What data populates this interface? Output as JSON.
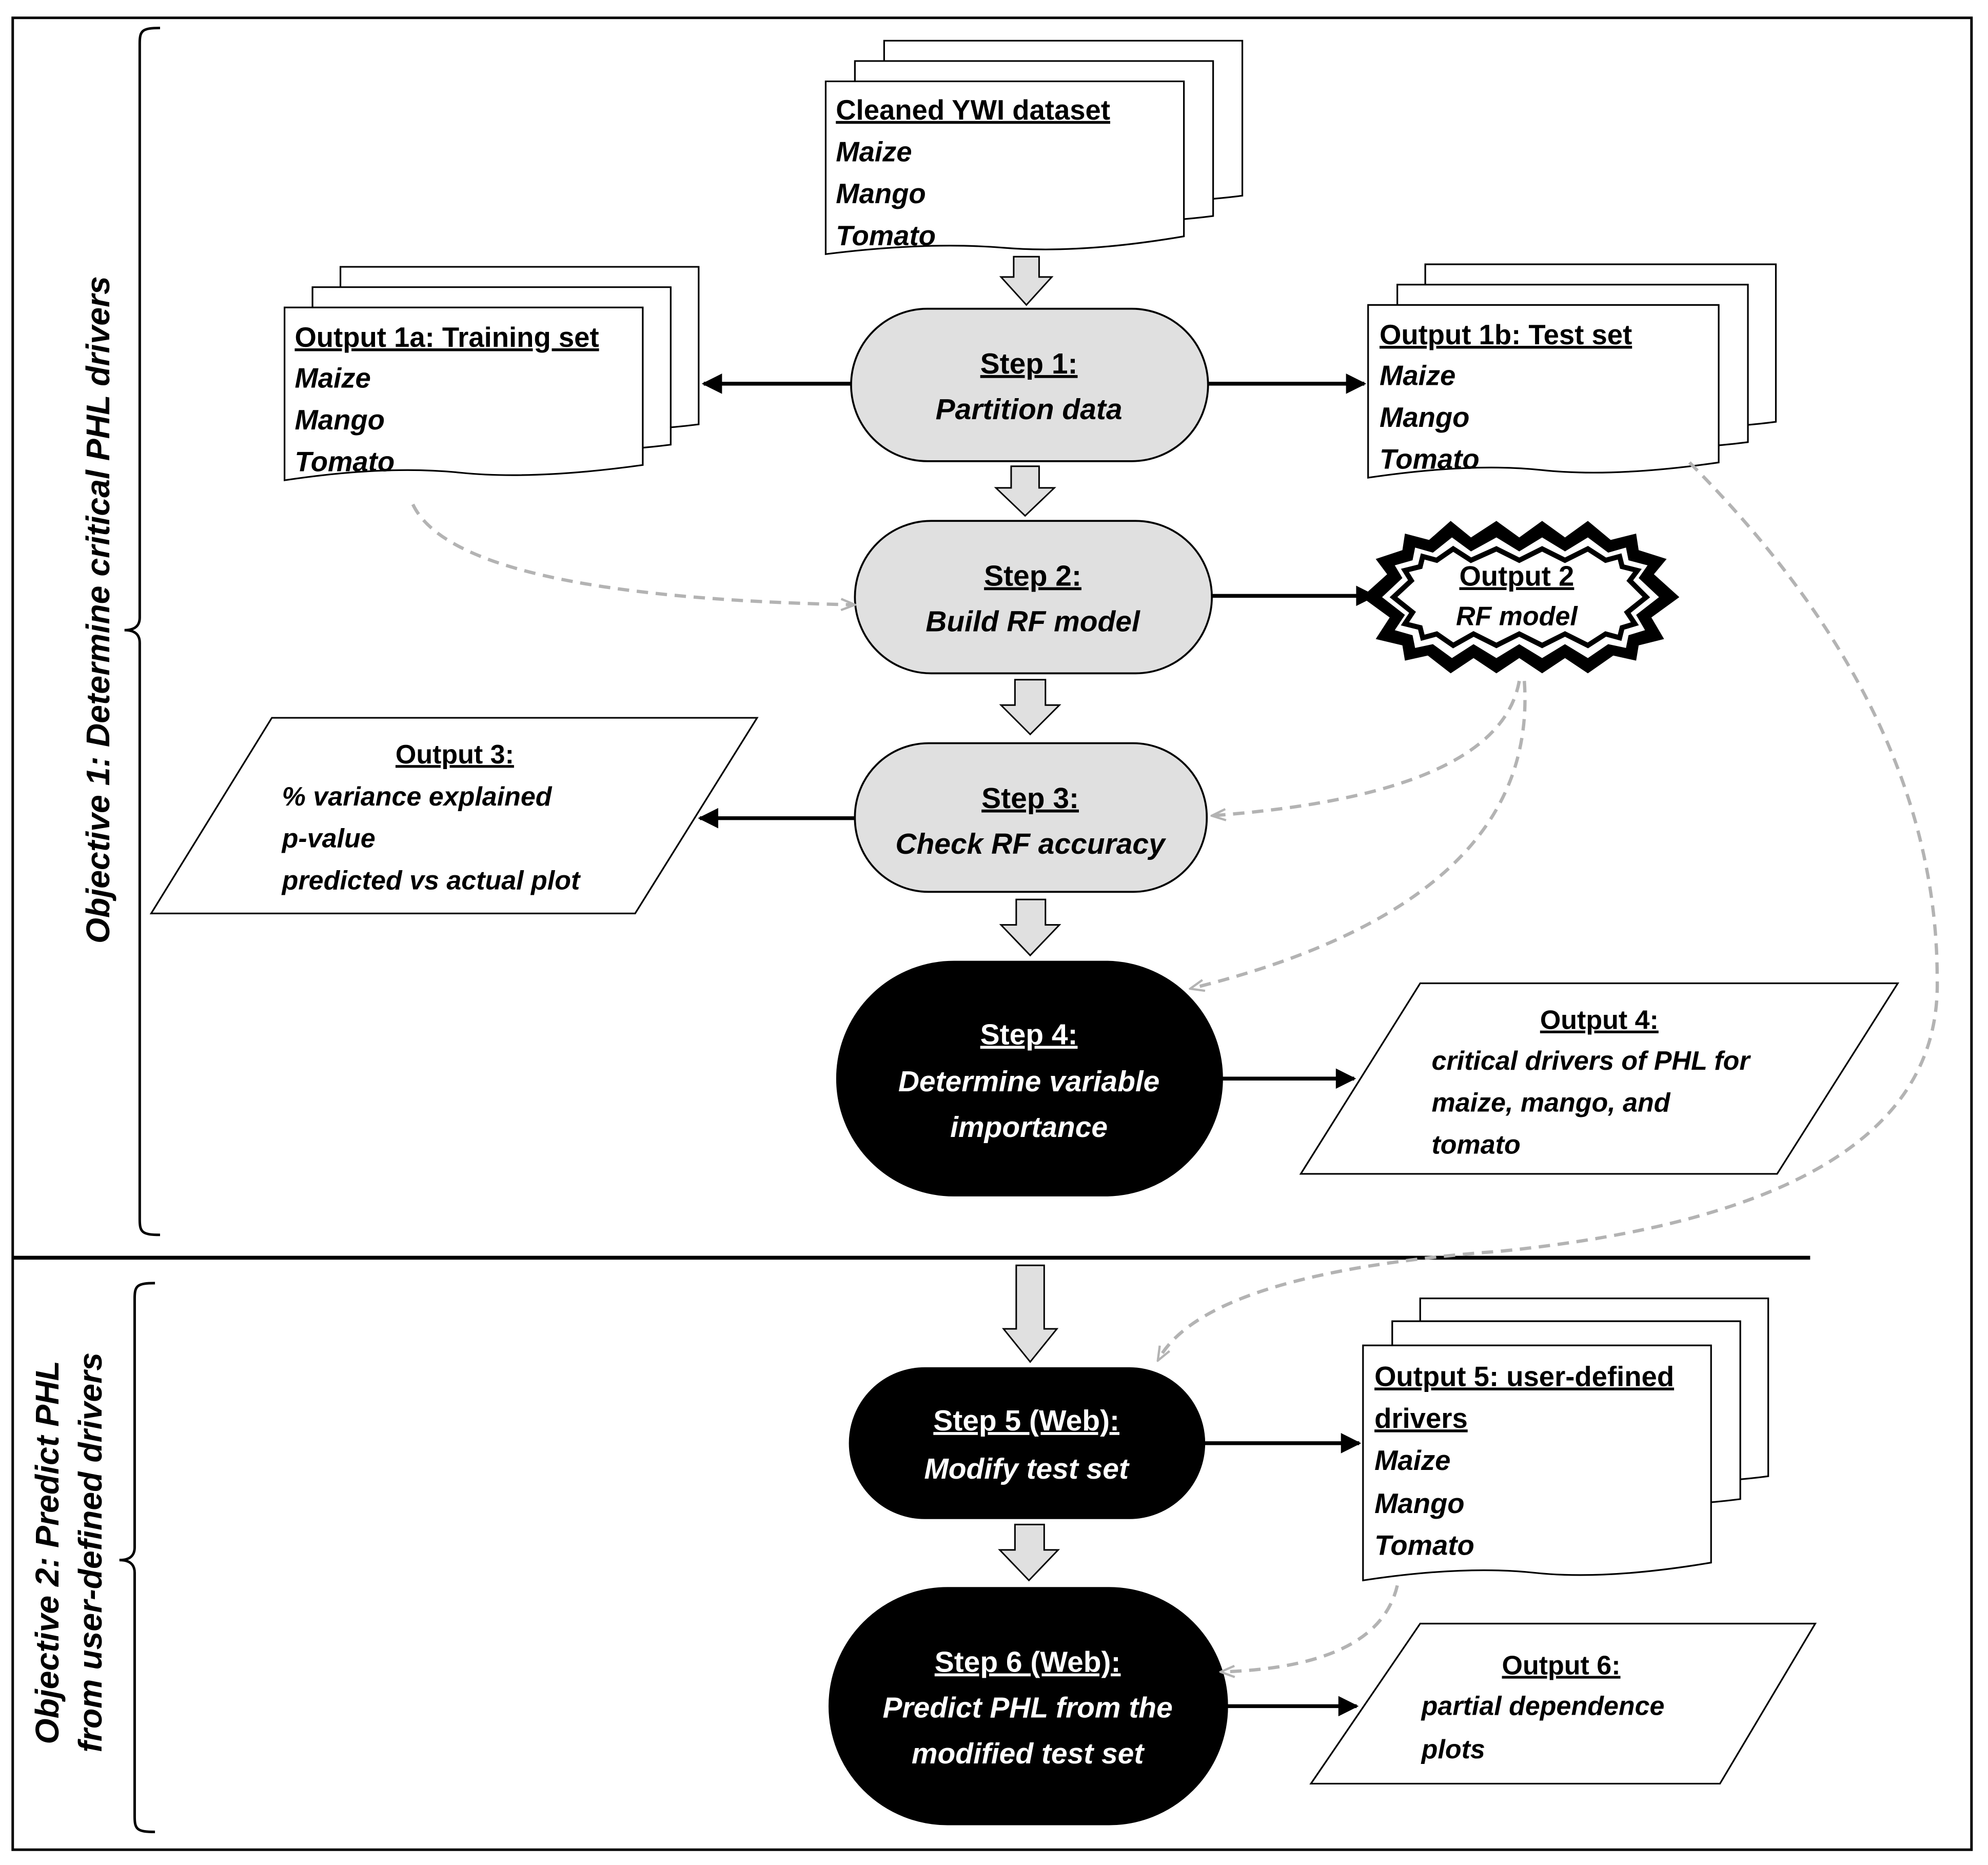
{
  "objectives": {
    "obj1": "Objective 1: Determine critical PHL drivers",
    "obj2_line1": "Objective 2: Predict PHL",
    "obj2_line2": "from user-defined drivers"
  },
  "steps": {
    "s1": {
      "title": "Step 1:",
      "label": "Partition data"
    },
    "s2": {
      "title": "Step 2:",
      "label": "Build RF model"
    },
    "s3": {
      "title": "Step 3:",
      "label": "Check RF accuracy"
    },
    "s4": {
      "title": "Step 4:",
      "label1": "Determine variable",
      "label2": "importance"
    },
    "s5": {
      "title": "Step 5 (Web):",
      "label": "Modify test set"
    },
    "s6": {
      "title": "Step 6 (Web):",
      "label1": "Predict PHL from the",
      "label2": "modified test set"
    }
  },
  "outputs": {
    "dataset": {
      "title": "Cleaned YWI dataset",
      "items": [
        "Maize",
        "Mango",
        "Tomato"
      ]
    },
    "o1a": {
      "title": "Output 1a: Training set",
      "items": [
        "Maize",
        "Mango",
        "Tomato"
      ]
    },
    "o1b": {
      "title": "Output 1b: Test set",
      "items": [
        "Maize",
        "Mango",
        "Tomato"
      ]
    },
    "o2": {
      "title": "Output 2",
      "label": "RF model"
    },
    "o3": {
      "title": "Output 3:",
      "items": [
        "% variance explained",
        "p-value",
        "predicted vs actual plot"
      ]
    },
    "o4": {
      "title": "Output 4:",
      "items": [
        "critical drivers of PHL for",
        "maize, mango, and",
        "tomato"
      ]
    },
    "o5": {
      "title1": "Output 5: user-defined",
      "title2": "drivers",
      "items": [
        "Maize",
        "Mango",
        "Tomato"
      ]
    },
    "o6": {
      "title": "Output 6:",
      "items": [
        "partial dependence",
        "plots"
      ]
    }
  },
  "colors": {
    "step_fill": "#e0e0e0",
    "dark_step_fill": "#000000",
    "dashed_arrow": "#b3b3b3",
    "block_arrow": "#e0e0e0"
  }
}
